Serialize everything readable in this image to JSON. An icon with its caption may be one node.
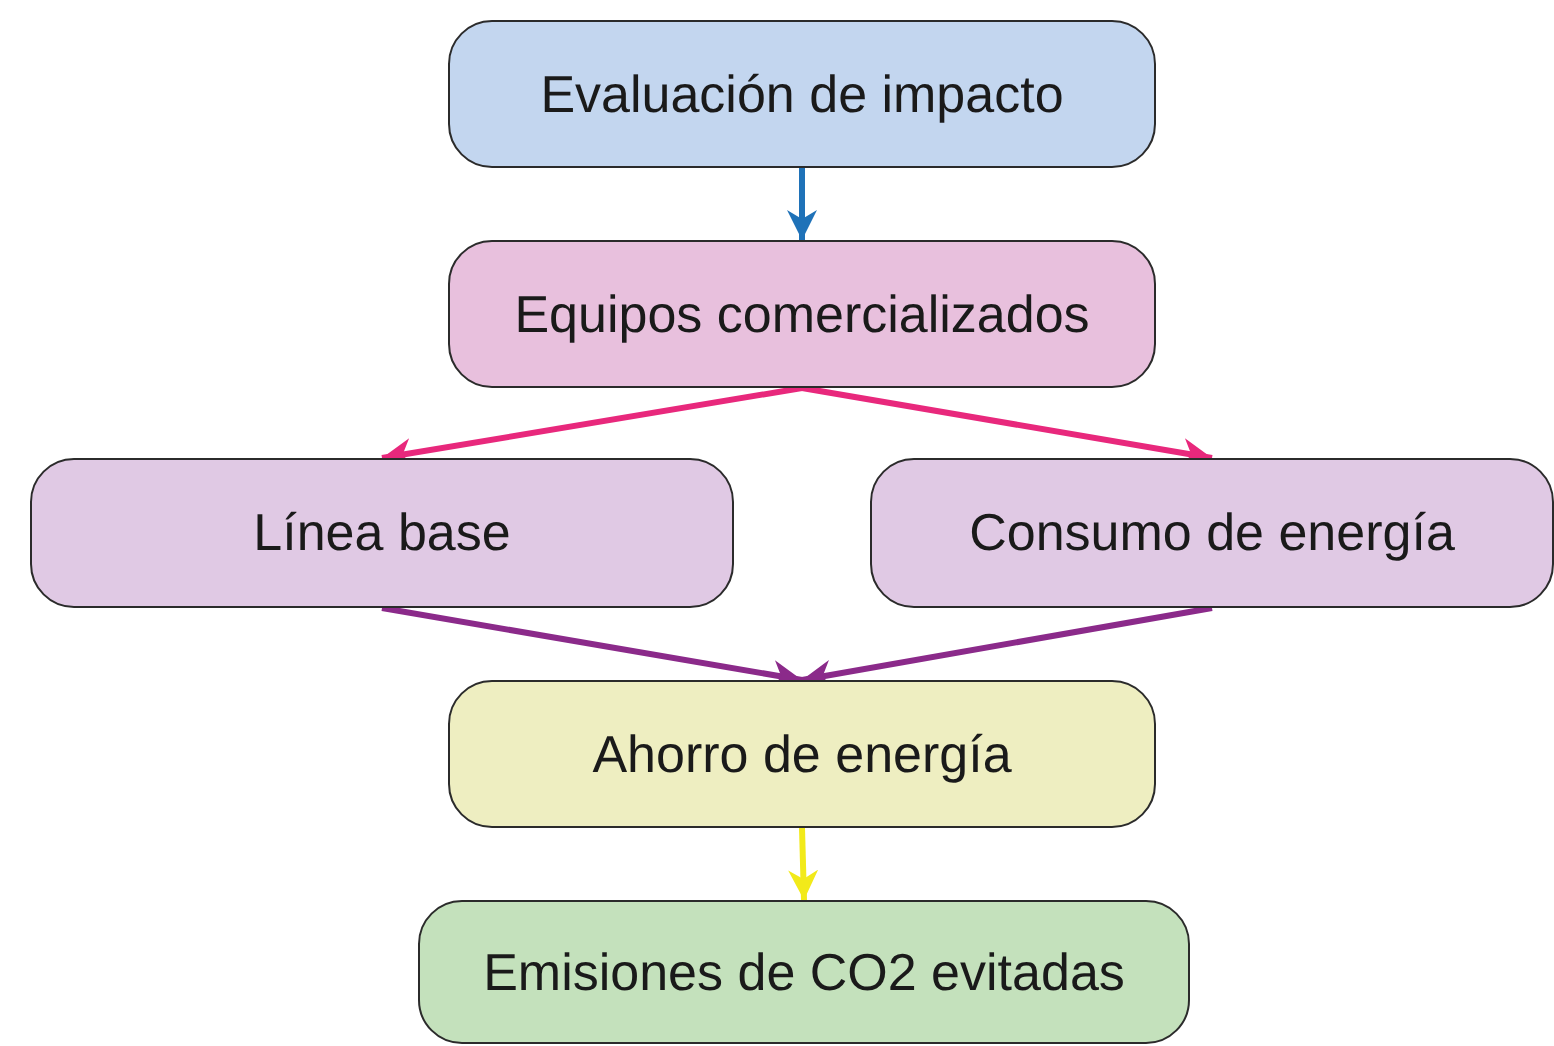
{
  "diagram": {
    "nodes": [
      {
        "text": [
          "Evaluación de impacto"
        ]
      },
      {
        "text": [
          "Equipos comercializados"
        ]
      },
      {
        "text": [
          "Línea base"
        ]
      },
      {
        "text": [
          "Consumo de energía"
        ]
      },
      {
        "text": [
          "Ahorro de energía"
        ]
      },
      {
        "text": [
          "Emisiones de CO2 evitadas"
        ]
      }
    ],
    "edges": [
      {
        "from": 0,
        "to": 1,
        "arrow": "to",
        "color": "#1f72b8"
      },
      {
        "from": 1,
        "to": 2,
        "arrow": "to",
        "color": "#e8287c"
      },
      {
        "from": 1,
        "to": 3,
        "arrow": "to",
        "color": "#e8287c"
      },
      {
        "from": 2,
        "to": 4,
        "arrow": "to",
        "color": "#8b2a8a"
      },
      {
        "from": 3,
        "to": 4,
        "arrow": "to",
        "color": "#8b2a8a"
      },
      {
        "from": 4,
        "to": 5,
        "arrow": "to",
        "color": "#f2ea1a"
      }
    ]
  }
}
